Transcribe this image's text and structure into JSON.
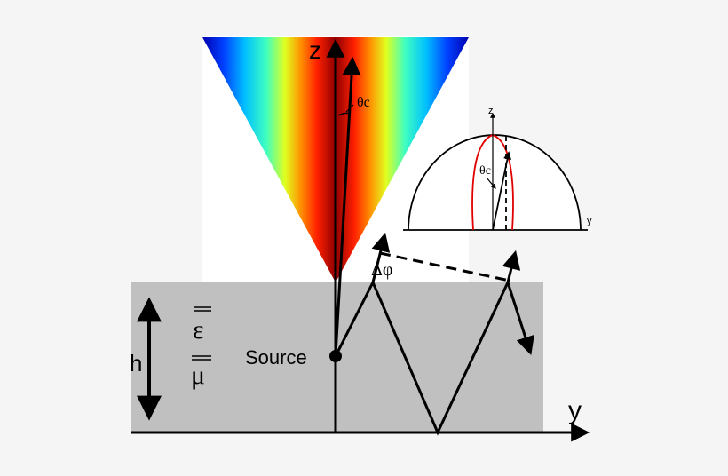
{
  "labels": {
    "z_axis": "z",
    "y_axis": "y",
    "theta_c": "θc",
    "delta_phi": "Δφ",
    "epsilon": "ε",
    "mu": "μ",
    "height": "h",
    "source": "Source"
  },
  "inset": {
    "z_axis": "z",
    "y_axis": "y",
    "theta_c": "θc"
  },
  "colors": {
    "slab": "#c0c0c0",
    "beam_center": "#e00000",
    "beam_edge": "#0000c8",
    "inset_red_lobe": "#e00000",
    "ink": "#000000"
  }
}
